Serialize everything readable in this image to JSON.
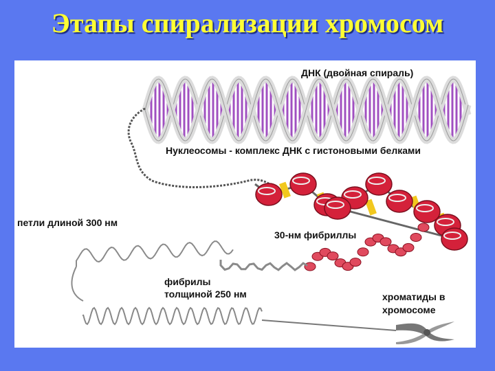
{
  "title": "Этапы спирализации хромосом",
  "labels": {
    "dna": "ДНК (двойная спираль)",
    "nucleosomes": "Нуклеосомы - комплекс ДНК с гистоновыми белками",
    "loops": "петли длиной 300 нм",
    "fibrils30": "30-нм фибриллы",
    "fibrils250_line1": "фибрилы",
    "fibrils250_line2": "толщиной 250 нм",
    "chromatids_line1": "хроматиды в",
    "chromatids_line2": "хромосоме"
  },
  "colors": {
    "background": "#5a78f0",
    "title": "#ffff33",
    "dna_rungs": "#a050c0",
    "histone": "#d4213a",
    "linker": "#f2c81e",
    "fiber": "#8a8a8a"
  }
}
